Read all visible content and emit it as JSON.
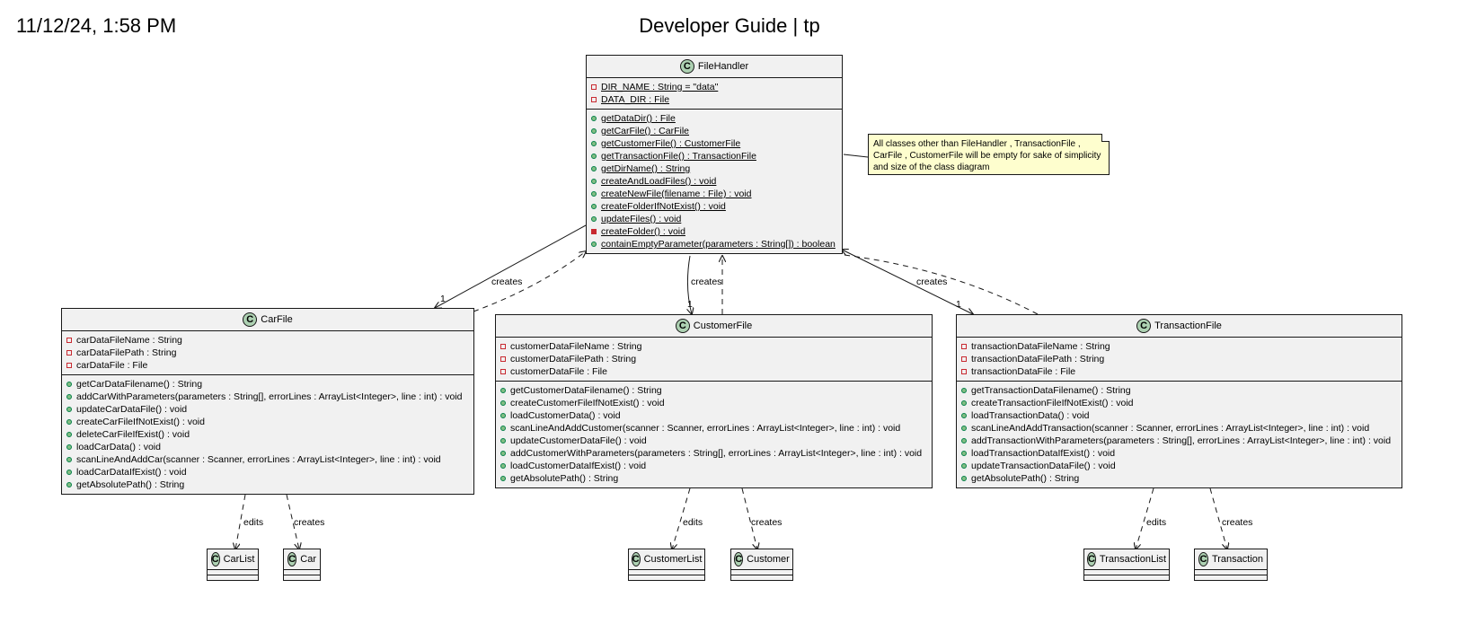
{
  "header": {
    "datetime": "11/12/24, 1:58 PM",
    "title": "Developer Guide | tp"
  },
  "classes": {
    "filehandler": {
      "icon": "class-icon",
      "icon_letter": "C",
      "name": "FileHandler",
      "fields": [
        {
          "vis": "private",
          "static": true,
          "text": "DIR_NAME : String = \"data\""
        },
        {
          "vis": "private",
          "static": true,
          "text": "DATA_DIR : File"
        }
      ],
      "methods": [
        {
          "vis": "public",
          "static": true,
          "text": "getDataDir() : File"
        },
        {
          "vis": "public",
          "static": true,
          "text": "getCarFile() : CarFile"
        },
        {
          "vis": "public",
          "static": true,
          "text": "getCustomerFile() : CustomerFile"
        },
        {
          "vis": "public",
          "static": true,
          "text": "getTransactionFile() : TransactionFile"
        },
        {
          "vis": "public",
          "static": true,
          "text": "getDirName() : String"
        },
        {
          "vis": "public",
          "static": true,
          "text": "createAndLoadFiles() : void"
        },
        {
          "vis": "public",
          "static": true,
          "text": "createNewFile(filename : File) : void"
        },
        {
          "vis": "public",
          "static": true,
          "text": "createFolderIfNotExist() : void"
        },
        {
          "vis": "public",
          "static": true,
          "text": "updateFiles() : void"
        },
        {
          "vis": "private-method",
          "static": true,
          "text": "createFolder() : void"
        },
        {
          "vis": "public",
          "static": true,
          "text": "containEmptyParameter(parameters : String[]) : boolean"
        }
      ]
    },
    "carfile": {
      "icon": "class-icon",
      "icon_letter": "C",
      "name": "CarFile",
      "fields": [
        {
          "vis": "private",
          "static": false,
          "text": "carDataFileName : String"
        },
        {
          "vis": "private",
          "static": false,
          "text": "carDataFilePath : String"
        },
        {
          "vis": "private",
          "static": false,
          "text": "carDataFile : File"
        }
      ],
      "methods": [
        {
          "vis": "public",
          "static": false,
          "text": "getCarDataFilename() : String"
        },
        {
          "vis": "public",
          "static": false,
          "text": "addCarWithParameters(parameters : String[], errorLines : ArrayList<Integer>, line : int) : void"
        },
        {
          "vis": "public",
          "static": false,
          "text": "updateCarDataFile() : void"
        },
        {
          "vis": "public",
          "static": false,
          "text": "createCarFileIfNotExist() : void"
        },
        {
          "vis": "public",
          "static": false,
          "text": "deleteCarFileIfExist() : void"
        },
        {
          "vis": "public",
          "static": false,
          "text": "loadCarData() : void"
        },
        {
          "vis": "public",
          "static": false,
          "text": "scanLineAndAddCar(scanner : Scanner, errorLines : ArrayList<Integer>, line : int) : void"
        },
        {
          "vis": "public",
          "static": false,
          "text": "loadCarDataIfExist() : void"
        },
        {
          "vis": "public",
          "static": false,
          "text": "getAbsolutePath() : String"
        }
      ]
    },
    "customerfile": {
      "icon": "class-icon",
      "icon_letter": "C",
      "name": "CustomerFile",
      "fields": [
        {
          "vis": "private",
          "static": false,
          "text": "customerDataFileName : String"
        },
        {
          "vis": "private",
          "static": false,
          "text": "customerDataFilePath : String"
        },
        {
          "vis": "private",
          "static": false,
          "text": "customerDataFile : File"
        }
      ],
      "methods": [
        {
          "vis": "public",
          "static": false,
          "text": "getCustomerDataFilename() : String"
        },
        {
          "vis": "public",
          "static": false,
          "text": "createCustomerFileIfNotExist() : void"
        },
        {
          "vis": "public",
          "static": false,
          "text": "loadCustomerData() : void"
        },
        {
          "vis": "public",
          "static": false,
          "text": "scanLineAndAddCustomer(scanner : Scanner, errorLines : ArrayList<Integer>, line : int) : void"
        },
        {
          "vis": "public",
          "static": false,
          "text": "updateCustomerDataFile() : void"
        },
        {
          "vis": "public",
          "static": false,
          "text": "addCustomerWithParameters(parameters : String[], errorLines : ArrayList<Integer>, line : int) : void"
        },
        {
          "vis": "public",
          "static": false,
          "text": "loadCustomerDataIfExist() : void"
        },
        {
          "vis": "public",
          "static": false,
          "text": "getAbsolutePath() : String"
        }
      ]
    },
    "transactionfile": {
      "icon": "class-icon",
      "icon_letter": "C",
      "name": "TransactionFile",
      "fields": [
        {
          "vis": "private",
          "static": false,
          "text": "transactionDataFileName : String"
        },
        {
          "vis": "private",
          "static": false,
          "text": "transactionDataFilePath : String"
        },
        {
          "vis": "private",
          "static": false,
          "text": "transactionDataFile : File"
        }
      ],
      "methods": [
        {
          "vis": "public",
          "static": false,
          "text": "getTransactionDataFilename() : String"
        },
        {
          "vis": "public",
          "static": false,
          "text": "createTransactionFileIfNotExist() : void"
        },
        {
          "vis": "public",
          "static": false,
          "text": "loadTransactionData() : void"
        },
        {
          "vis": "public",
          "static": false,
          "text": "scanLineAndAddTransaction(scanner : Scanner, errorLines : ArrayList<Integer>, line : int) : void"
        },
        {
          "vis": "public",
          "static": false,
          "text": "addTransactionWithParameters(parameters : String[], errorLines : ArrayList<Integer>, line : int) : void"
        },
        {
          "vis": "public",
          "static": false,
          "text": "loadTransactionDataIfExist() : void"
        },
        {
          "vis": "public",
          "static": false,
          "text": "updateTransactionDataFile() : void"
        },
        {
          "vis": "public",
          "static": false,
          "text": "getAbsolutePath() : String"
        }
      ]
    }
  },
  "mini_classes": {
    "carlist": {
      "icon_letter": "C",
      "name": "CarList"
    },
    "car": {
      "icon_letter": "C",
      "name": "Car"
    },
    "customerlist": {
      "icon_letter": "C",
      "name": "CustomerList"
    },
    "customer": {
      "icon_letter": "C",
      "name": "Customer"
    },
    "transactionlist": {
      "icon_letter": "C",
      "name": "TransactionList"
    },
    "transaction": {
      "icon_letter": "C",
      "name": "Transaction"
    }
  },
  "note": {
    "line1": "All classes other than FileHandler , TransactionFile ,",
    "line2": "CarFile , CustomerFile will be empty for sake of simplicity",
    "line3": "and size of the class diagram"
  },
  "edge_labels": {
    "fh_car_creates": "creates",
    "fh_car_mult": "1",
    "fh_cust_creates": "creates",
    "fh_cust_mult": "1",
    "fh_trans_creates": "creates",
    "fh_trans_mult": "1",
    "car_carlist": "edits",
    "car_car": "creates",
    "cust_custlist": "edits",
    "cust_cust": "creates",
    "trans_translist": "edits",
    "trans_trans": "creates"
  },
  "colors": {
    "class_bg": "#f1f1f1",
    "class_icon": "#add1b2",
    "note_bg": "#fefece",
    "private": "#c82930",
    "public": "#84be84",
    "line": "#181818"
  }
}
